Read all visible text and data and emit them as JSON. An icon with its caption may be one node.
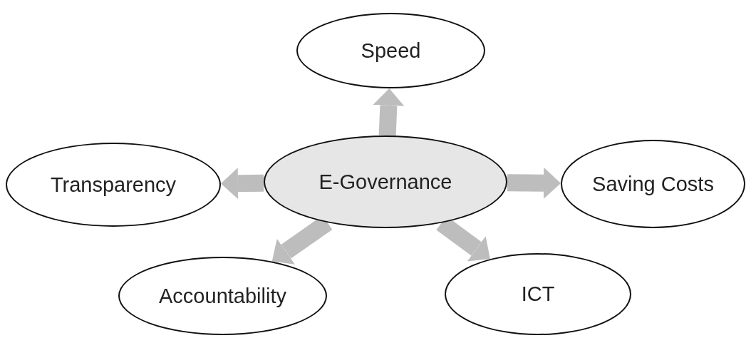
{
  "diagram": {
    "nodes": [
      {
        "text": [
          "E-Governance"
        ]
      },
      {
        "text": [
          "Speed"
        ]
      },
      {
        "text": [
          "Transparency"
        ]
      },
      {
        "text": [
          "Saving Costs"
        ]
      },
      {
        "text": [
          "Accountability"
        ]
      },
      {
        "text": [
          "ICT"
        ]
      }
    ],
    "edges": [
      {
        "from": 0,
        "to": 1,
        "arrow": "to"
      },
      {
        "from": 0,
        "to": 2,
        "arrow": "to"
      },
      {
        "from": 0,
        "to": 3,
        "arrow": "to"
      },
      {
        "from": 0,
        "to": 4,
        "arrow": "to"
      },
      {
        "from": 0,
        "to": 5,
        "arrow": "to"
      }
    ]
  }
}
